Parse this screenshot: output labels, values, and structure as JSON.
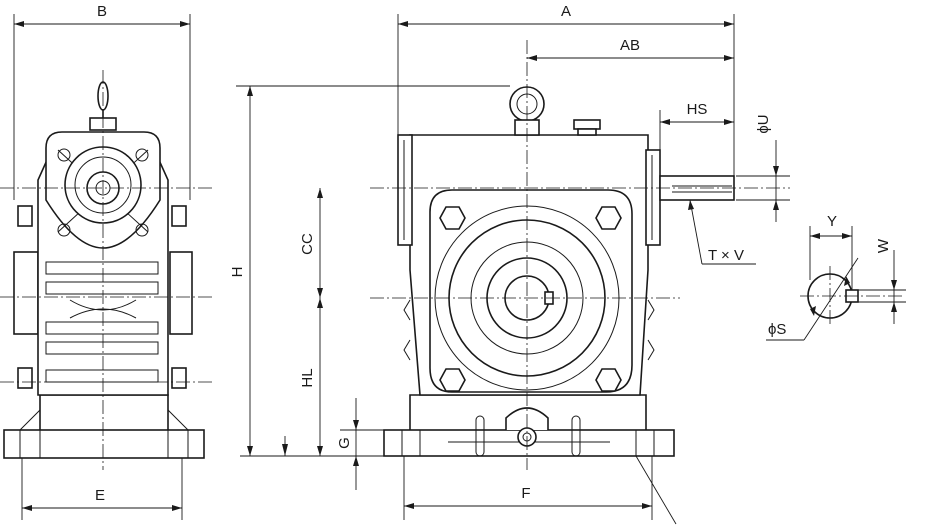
{
  "labels": {
    "A": "A",
    "AB": "AB",
    "B": "B",
    "CC": "CC",
    "E": "E",
    "F": "F",
    "G": "G",
    "H": "H",
    "HL": "HL",
    "HS": "HS",
    "phiU": "ϕU",
    "TxV": "T × V",
    "Y": "Y",
    "W": "W",
    "phiS": "ϕS"
  }
}
